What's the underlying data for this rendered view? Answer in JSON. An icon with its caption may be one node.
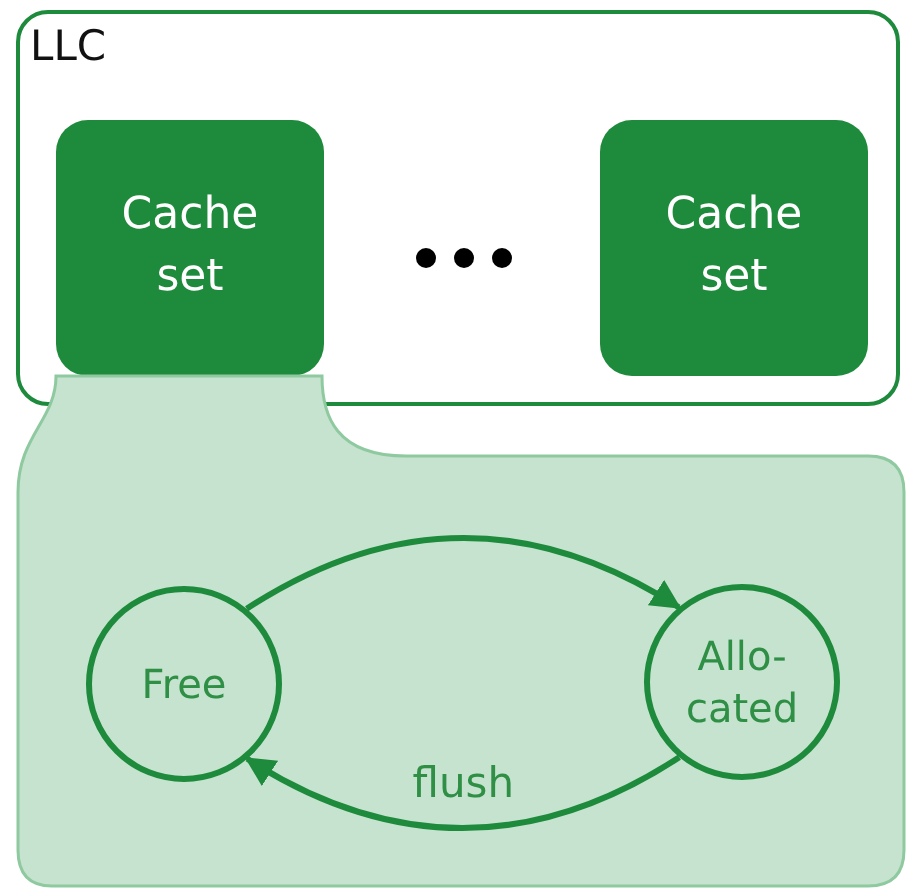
{
  "diagram": {
    "nodes": [
      {
        "text": [
          "LLC"
        ]
      },
      {
        "text": [
          "Cache set"
        ],
        "in": 0
      },
      {
        "text": [
          "Cache set"
        ],
        "in": 0
      },
      {
        "text": [],
        "shape": "box"
      },
      {
        "text": [
          "Free"
        ],
        "in": 3
      },
      {
        "text": [
          "Allo- cated"
        ],
        "in": 3
      }
    ],
    "edges": [
      {
        "from": 4,
        "to": 5,
        "arrow": "to"
      },
      {
        "from": 5,
        "to": 4,
        "arrow": "to",
        "label": "flush"
      }
    ]
  }
}
